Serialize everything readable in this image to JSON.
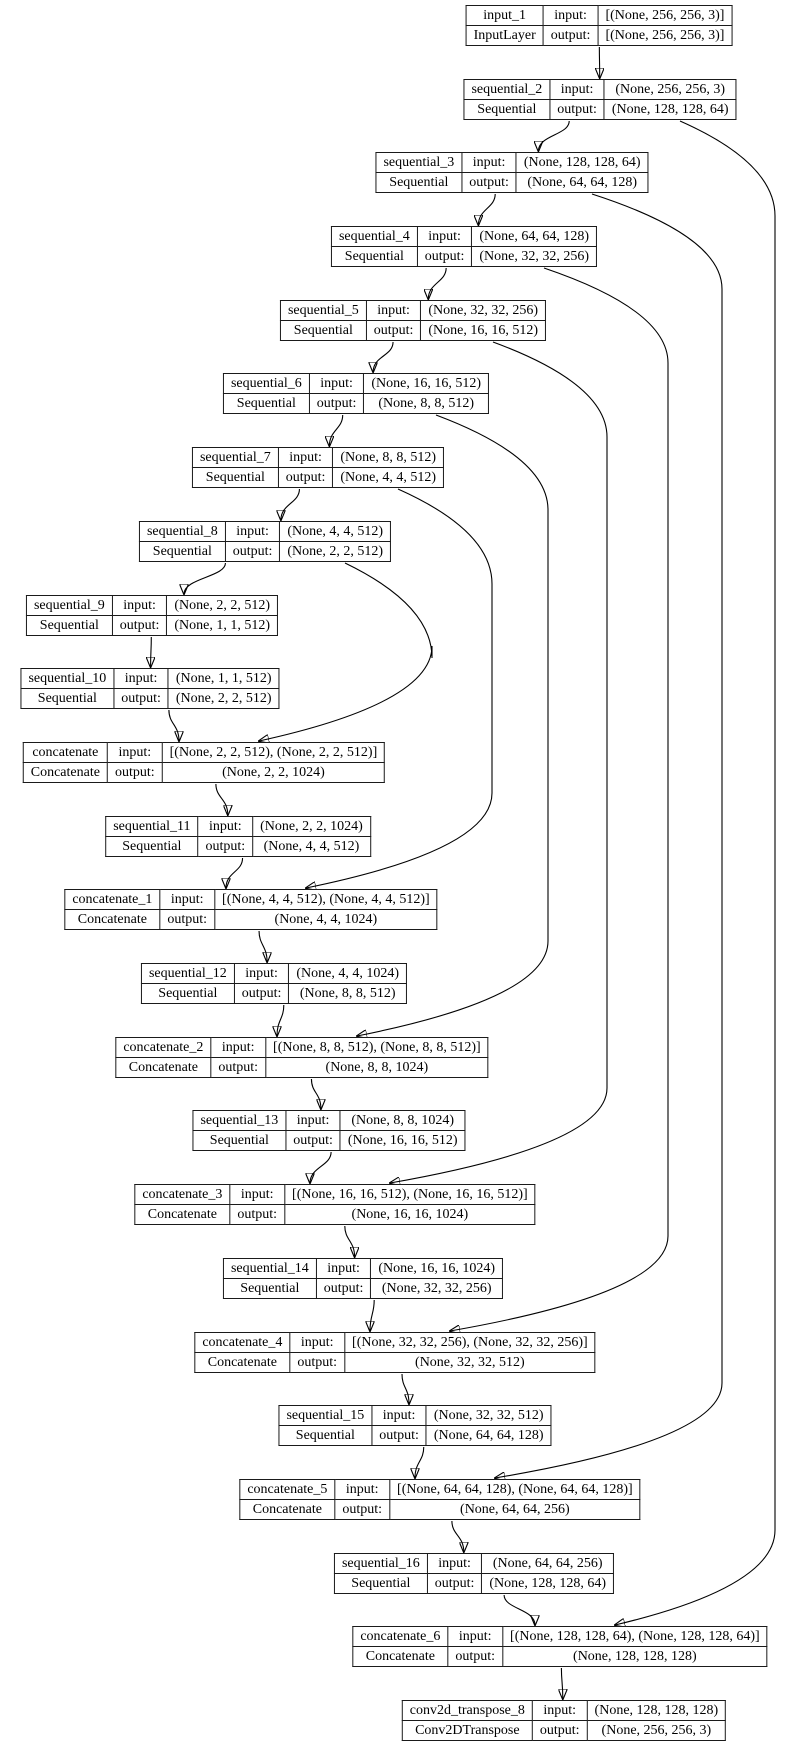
{
  "diagram": {
    "labels": {
      "input": "input:",
      "output": "output:"
    },
    "nodes": [
      {
        "name": "input_1",
        "type": "InputLayer",
        "input": "[(None, 256, 256, 3)]",
        "output": "[(None, 256, 256, 3)]"
      },
      {
        "name": "sequential_2",
        "type": "Sequential",
        "input": "(None, 256, 256, 3)",
        "output": "(None, 128, 128, 64)"
      },
      {
        "name": "sequential_3",
        "type": "Sequential",
        "input": "(None, 128, 128, 64)",
        "output": "(None, 64, 64, 128)"
      },
      {
        "name": "sequential_4",
        "type": "Sequential",
        "input": "(None, 64, 64, 128)",
        "output": "(None, 32, 32, 256)"
      },
      {
        "name": "sequential_5",
        "type": "Sequential",
        "input": "(None, 32, 32, 256)",
        "output": "(None, 16, 16, 512)"
      },
      {
        "name": "sequential_6",
        "type": "Sequential",
        "input": "(None, 16, 16, 512)",
        "output": "(None, 8, 8, 512)"
      },
      {
        "name": "sequential_7",
        "type": "Sequential",
        "input": "(None, 8, 8, 512)",
        "output": "(None, 4, 4, 512)"
      },
      {
        "name": "sequential_8",
        "type": "Sequential",
        "input": "(None, 4, 4, 512)",
        "output": "(None, 2, 2, 512)"
      },
      {
        "name": "sequential_9",
        "type": "Sequential",
        "input": "(None, 2, 2, 512)",
        "output": "(None, 1, 1, 512)"
      },
      {
        "name": "sequential_10",
        "type": "Sequential",
        "input": "(None, 1, 1, 512)",
        "output": "(None, 2, 2, 512)"
      },
      {
        "name": "concatenate",
        "type": "Concatenate",
        "input": "[(None, 2, 2, 512), (None, 2, 2, 512)]",
        "output": "(None, 2, 2, 1024)"
      },
      {
        "name": "sequential_11",
        "type": "Sequential",
        "input": "(None, 2, 2, 1024)",
        "output": "(None, 4, 4, 512)"
      },
      {
        "name": "concatenate_1",
        "type": "Concatenate",
        "input": "[(None, 4, 4, 512), (None, 4, 4, 512)]",
        "output": "(None, 4, 4, 1024)"
      },
      {
        "name": "sequential_12",
        "type": "Sequential",
        "input": "(None, 4, 4, 1024)",
        "output": "(None, 8, 8, 512)"
      },
      {
        "name": "concatenate_2",
        "type": "Concatenate",
        "input": "[(None, 8, 8, 512), (None, 8, 8, 512)]",
        "output": "(None, 8, 8, 1024)"
      },
      {
        "name": "sequential_13",
        "type": "Sequential",
        "input": "(None, 8, 8, 1024)",
        "output": "(None, 16, 16, 512)"
      },
      {
        "name": "concatenate_3",
        "type": "Concatenate",
        "input": "[(None, 16, 16, 512), (None, 16, 16, 512)]",
        "output": "(None, 16, 16, 1024)"
      },
      {
        "name": "sequential_14",
        "type": "Sequential",
        "input": "(None, 16, 16, 1024)",
        "output": "(None, 32, 32, 256)"
      },
      {
        "name": "concatenate_4",
        "type": "Concatenate",
        "input": "[(None, 32, 32, 256), (None, 32, 32, 256)]",
        "output": "(None, 32, 32, 512)"
      },
      {
        "name": "sequential_15",
        "type": "Sequential",
        "input": "(None, 32, 32, 512)",
        "output": "(None, 64, 64, 128)"
      },
      {
        "name": "concatenate_5",
        "type": "Concatenate",
        "input": "[(None, 64, 64, 128), (None, 64, 64, 128)]",
        "output": "(None, 64, 64, 256)"
      },
      {
        "name": "sequential_16",
        "type": "Sequential",
        "input": "(None, 64, 64, 256)",
        "output": "(None, 128, 128, 64)"
      },
      {
        "name": "concatenate_6",
        "type": "Concatenate",
        "input": "[(None, 128, 128, 64), (None, 128, 128, 64)]",
        "output": "(None, 128, 128, 128)"
      },
      {
        "name": "conv2d_transpose_8",
        "type": "Conv2DTranspose",
        "input": "(None, 128, 128, 128)",
        "output": "(None, 256, 256, 3)"
      }
    ],
    "edges": [
      {
        "from": "input_1",
        "to": "sequential_2",
        "kind": "chain"
      },
      {
        "from": "sequential_2",
        "to": "sequential_3",
        "kind": "chain"
      },
      {
        "from": "sequential_3",
        "to": "sequential_4",
        "kind": "chain"
      },
      {
        "from": "sequential_4",
        "to": "sequential_5",
        "kind": "chain"
      },
      {
        "from": "sequential_5",
        "to": "sequential_6",
        "kind": "chain"
      },
      {
        "from": "sequential_6",
        "to": "sequential_7",
        "kind": "chain"
      },
      {
        "from": "sequential_7",
        "to": "sequential_8",
        "kind": "chain"
      },
      {
        "from": "sequential_8",
        "to": "sequential_9",
        "kind": "chain"
      },
      {
        "from": "sequential_9",
        "to": "sequential_10",
        "kind": "chain"
      },
      {
        "from": "sequential_10",
        "to": "concatenate",
        "kind": "chain"
      },
      {
        "from": "concatenate",
        "to": "sequential_11",
        "kind": "chain"
      },
      {
        "from": "sequential_11",
        "to": "concatenate_1",
        "kind": "chain"
      },
      {
        "from": "concatenate_1",
        "to": "sequential_12",
        "kind": "chain"
      },
      {
        "from": "sequential_12",
        "to": "concatenate_2",
        "kind": "chain"
      },
      {
        "from": "concatenate_2",
        "to": "sequential_13",
        "kind": "chain"
      },
      {
        "from": "sequential_13",
        "to": "concatenate_3",
        "kind": "chain"
      },
      {
        "from": "concatenate_3",
        "to": "sequential_14",
        "kind": "chain"
      },
      {
        "from": "sequential_14",
        "to": "concatenate_4",
        "kind": "chain"
      },
      {
        "from": "concatenate_4",
        "to": "sequential_15",
        "kind": "chain"
      },
      {
        "from": "sequential_15",
        "to": "concatenate_5",
        "kind": "chain"
      },
      {
        "from": "concatenate_5",
        "to": "sequential_16",
        "kind": "chain"
      },
      {
        "from": "sequential_16",
        "to": "concatenate_6",
        "kind": "chain"
      },
      {
        "from": "concatenate_6",
        "to": "conv2d_transpose_8",
        "kind": "chain"
      },
      {
        "from": "sequential_8",
        "to": "concatenate",
        "kind": "skip"
      },
      {
        "from": "sequential_7",
        "to": "concatenate_1",
        "kind": "skip"
      },
      {
        "from": "sequential_6",
        "to": "concatenate_2",
        "kind": "skip"
      },
      {
        "from": "sequential_5",
        "to": "concatenate_3",
        "kind": "skip"
      },
      {
        "from": "sequential_4",
        "to": "concatenate_4",
        "kind": "skip"
      },
      {
        "from": "sequential_3",
        "to": "concatenate_5",
        "kind": "skip"
      },
      {
        "from": "sequential_2",
        "to": "concatenate_6",
        "kind": "skip"
      }
    ]
  }
}
